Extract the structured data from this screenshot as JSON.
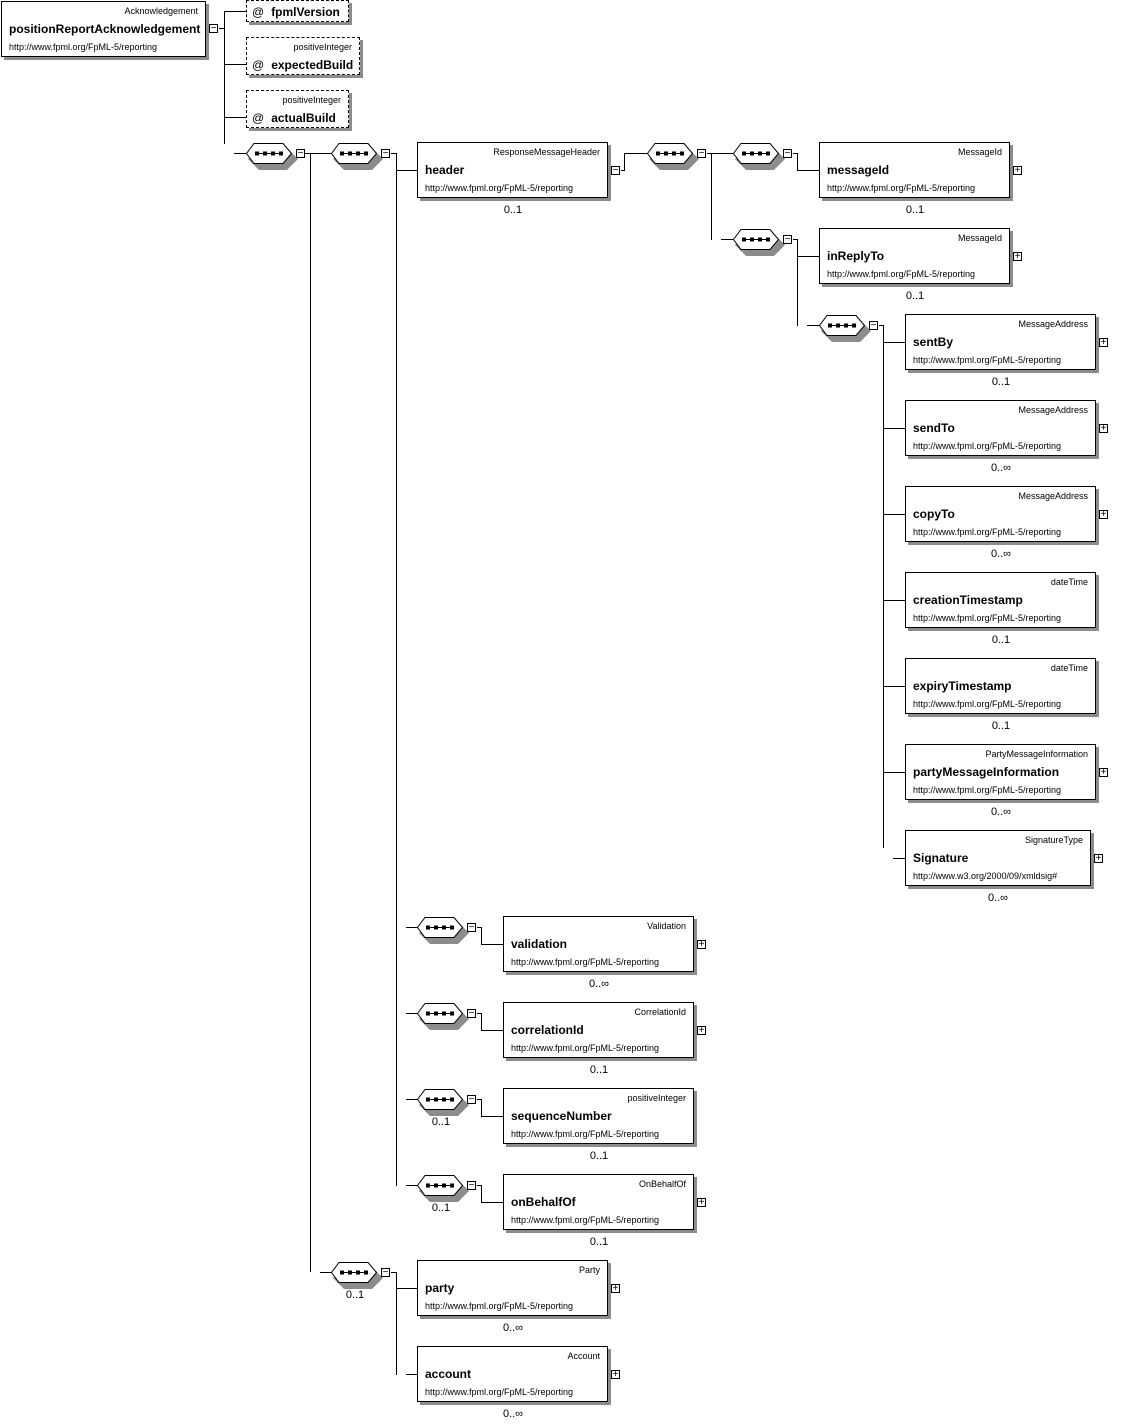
{
  "root": {
    "type": "Acknowledgement",
    "name": "positionReportAcknowledgement",
    "namespace": "http://www.fpml.org/FpML-5/reporting",
    "toggle": "−"
  },
  "attributes": [
    {
      "symbol": "@",
      "type": "",
      "name": "fpmlVersion"
    },
    {
      "symbol": "@",
      "type": "positiveInteger",
      "name": "expectedBuild"
    },
    {
      "symbol": "@",
      "type": "positiveInteger",
      "name": "actualBuild"
    }
  ],
  "compositors": [
    {
      "id": "seq-main",
      "toggle": "−",
      "multiplicity": ""
    },
    {
      "id": "seq-header-group",
      "toggle": "−",
      "multiplicity": ""
    },
    {
      "id": "seq-header-body",
      "toggle": "−",
      "multiplicity": ""
    },
    {
      "id": "seq-messageid",
      "toggle": "−",
      "multiplicity": ""
    },
    {
      "id": "seq-inreplyto",
      "toggle": "−",
      "multiplicity": ""
    },
    {
      "id": "seq-address",
      "toggle": "−",
      "multiplicity": ""
    },
    {
      "id": "seq-validation",
      "toggle": "−",
      "multiplicity": ""
    },
    {
      "id": "seq-correlation",
      "toggle": "−",
      "multiplicity": ""
    },
    {
      "id": "seq-sequence",
      "toggle": "−",
      "multiplicity": "0..1"
    },
    {
      "id": "seq-onbehalf",
      "toggle": "−",
      "multiplicity": "0..1"
    },
    {
      "id": "seq-party",
      "toggle": "−",
      "multiplicity": "0..1"
    }
  ],
  "elements": [
    {
      "id": "header",
      "type": "ResponseMessageHeader",
      "name": "header",
      "namespace": "http://www.fpml.org/FpML-5/reporting",
      "multiplicity": "0..1",
      "toggle": "−"
    },
    {
      "id": "messageId",
      "type": "MessageId",
      "name": "messageId",
      "namespace": "http://www.fpml.org/FpML-5/reporting",
      "multiplicity": "0..1",
      "toggle": "+"
    },
    {
      "id": "inReplyTo",
      "type": "MessageId",
      "name": "inReplyTo",
      "namespace": "http://www.fpml.org/FpML-5/reporting",
      "multiplicity": "0..1",
      "toggle": "+"
    },
    {
      "id": "sentBy",
      "type": "MessageAddress",
      "name": "sentBy",
      "namespace": "http://www.fpml.org/FpML-5/reporting",
      "multiplicity": "0..1",
      "toggle": "+"
    },
    {
      "id": "sendTo",
      "type": "MessageAddress",
      "name": "sendTo",
      "namespace": "http://www.fpml.org/FpML-5/reporting",
      "multiplicity": "0..∞",
      "toggle": "+"
    },
    {
      "id": "copyTo",
      "type": "MessageAddress",
      "name": "copyTo",
      "namespace": "http://www.fpml.org/FpML-5/reporting",
      "multiplicity": "0..∞",
      "toggle": "+"
    },
    {
      "id": "creationTimestamp",
      "type": "dateTime",
      "name": "creationTimestamp",
      "namespace": "http://www.fpml.org/FpML-5/reporting",
      "multiplicity": "0..1",
      "toggle": ""
    },
    {
      "id": "expiryTimestamp",
      "type": "dateTime",
      "name": "expiryTimestamp",
      "namespace": "http://www.fpml.org/FpML-5/reporting",
      "multiplicity": "0..1",
      "toggle": ""
    },
    {
      "id": "partyMessageInformation",
      "type": "PartyMessageInformation",
      "name": "partyMessageInformation",
      "namespace": "http://www.fpml.org/FpML-5/reporting",
      "multiplicity": "0..∞",
      "toggle": "+"
    },
    {
      "id": "signature",
      "type": "SignatureType",
      "name": "Signature",
      "namespace": "http://www.w3.org/2000/09/xmldsig#",
      "multiplicity": "0..∞",
      "toggle": "+"
    },
    {
      "id": "validation",
      "type": "Validation",
      "name": "validation",
      "namespace": "http://www.fpml.org/FpML-5/reporting",
      "multiplicity": "0..∞",
      "toggle": "+"
    },
    {
      "id": "correlationId",
      "type": "CorrelationId",
      "name": "correlationId",
      "namespace": "http://www.fpml.org/FpML-5/reporting",
      "multiplicity": "0..1",
      "toggle": "+"
    },
    {
      "id": "sequenceNumber",
      "type": "positiveInteger",
      "name": "sequenceNumber",
      "namespace": "http://www.fpml.org/FpML-5/reporting",
      "multiplicity": "0..1",
      "toggle": ""
    },
    {
      "id": "onBehalfOf",
      "type": "OnBehalfOf",
      "name": "onBehalfOf",
      "namespace": "http://www.fpml.org/FpML-5/reporting",
      "multiplicity": "0..1",
      "toggle": "+"
    },
    {
      "id": "party",
      "type": "Party",
      "name": "party",
      "namespace": "http://www.fpml.org/FpML-5/reporting",
      "multiplicity": "0..∞",
      "toggle": "+"
    },
    {
      "id": "account",
      "type": "Account",
      "name": "account",
      "namespace": "http://www.fpml.org/FpML-5/reporting",
      "multiplicity": "0..∞",
      "toggle": "+"
    }
  ]
}
